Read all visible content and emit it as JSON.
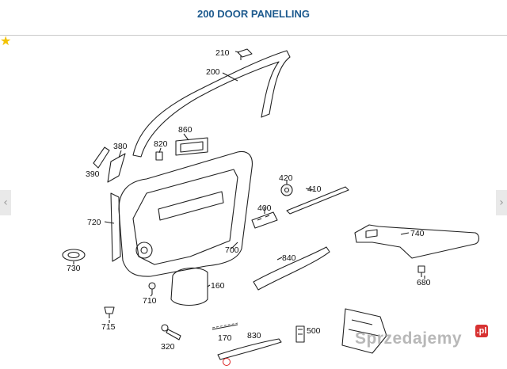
{
  "header": {
    "title": "200 DOOR PANELLING"
  },
  "navigation": {
    "prev_icon": "chevron-left-icon",
    "next_icon": "chevron-right-icon",
    "prev_glyph": "‹",
    "next_glyph": "›"
  },
  "favorite": {
    "icon": "star-icon",
    "glyph": "★",
    "color": "#f2c200"
  },
  "watermark": {
    "text": "Sprzedajemy",
    "badge": ".pl"
  },
  "parts": {
    "p210": "210",
    "p200": "200",
    "p860": "860",
    "p820": "820",
    "p380": "380",
    "p390": "390",
    "p420": "420",
    "p410": "410",
    "p400": "400",
    "p720": "720",
    "p740": "740",
    "p730": "730",
    "p700": "700",
    "p840": "840",
    "p680": "680",
    "p160": "160",
    "p710": "710",
    "p715": "715",
    "p320": "320",
    "p170": "170",
    "p830": "830",
    "p500": "500"
  },
  "colors": {
    "title": "#1d5a8e",
    "accent": "#d83232"
  }
}
